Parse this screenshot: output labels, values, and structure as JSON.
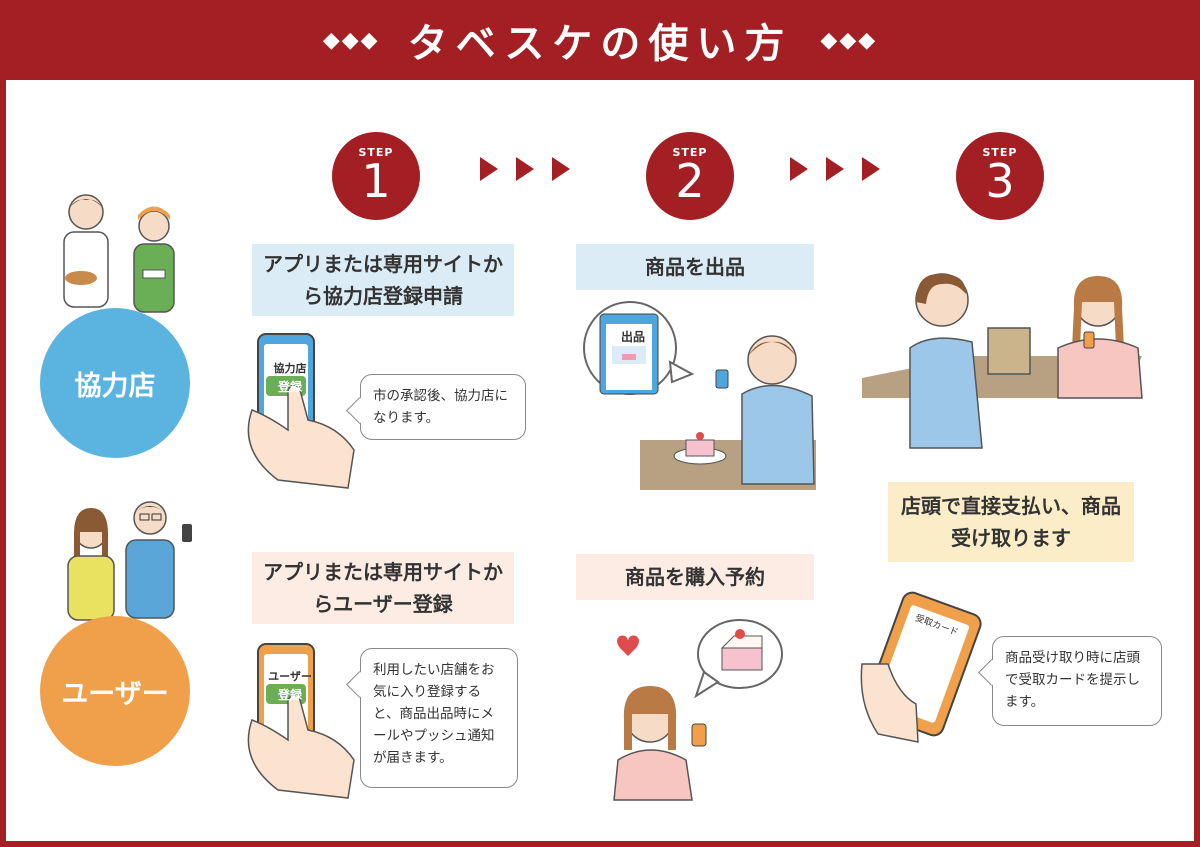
{
  "header": {
    "title": "タベスケの使い方",
    "left_decoration": "◆◆◆",
    "right_decoration": "◆◆◆"
  },
  "steps": [
    {
      "label": "STEP",
      "number": "1"
    },
    {
      "label": "STEP",
      "number": "2"
    },
    {
      "label": "STEP",
      "number": "3"
    }
  ],
  "roles": {
    "store": {
      "label": "協力店",
      "color": "#5ab4df"
    },
    "user": {
      "label": "ユーザー",
      "color": "#f0a04b"
    }
  },
  "store_row": {
    "step1_box": "アプリまたは専用サイトから協力店登録申請",
    "phone_title": "協力店",
    "phone_button": "登録",
    "bubble": "市の承認後、協力店になります。",
    "step2_box": "商品を出品",
    "listing_label": "出品"
  },
  "user_row": {
    "step1_box": "アプリまたは専用サイトからユーザー登録",
    "phone_title": "ユーザー",
    "phone_button": "登録",
    "bubble": "利用したい店舗をお気に入り登録すると、商品出品時にメールやプッシュ通知が届きます。",
    "step2_box": "商品を購入予約"
  },
  "step3": {
    "box": "店頭で直接支払い、商品受け取ります",
    "card_label": "受取カード",
    "bubble": "商品受け取り時に店頭で受取カードを提示します。"
  },
  "colors": {
    "brand": "#a31f24",
    "blue": "#5ab4df",
    "orange": "#f0a04b",
    "green": "#6aae55"
  }
}
